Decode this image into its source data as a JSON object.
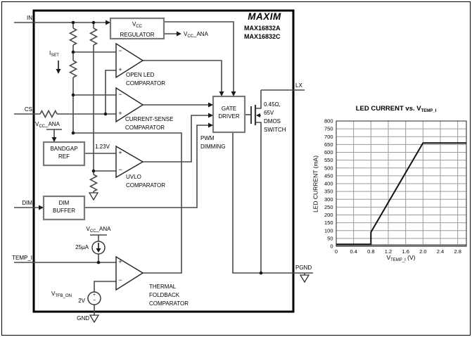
{
  "brand": {
    "logo": "MAXIM",
    "parts": [
      "MAX16832A",
      "MAX16832C"
    ]
  },
  "pins": {
    "in": "IN",
    "cs": "CS",
    "dim": "DIM",
    "temp_i": "TEMP_I",
    "lx": "LX",
    "pgnd": "PGND",
    "gnd": "GND"
  },
  "blocks": {
    "vcc_regulator": {
      "sym": "V",
      "sub": "CC",
      "line2": "REGULATOR"
    },
    "vcc_ana": {
      "sym": "V",
      "sub": "CC",
      "rest": "_ANA"
    },
    "iset": {
      "sym": "I",
      "sub": "SET"
    },
    "open_led": [
      "OPEN LED",
      "COMPARATOR"
    ],
    "current_sense": [
      "CURRENT-SENSE",
      "COMPARATOR"
    ],
    "bandgap": [
      "BANDGAP",
      "REF"
    ],
    "ref_voltage": "1.23V",
    "uvlo": [
      "UVLO",
      "COMPARATOR"
    ],
    "dim_buffer": [
      "DIM",
      "BUFFER"
    ],
    "pwm_dimming": [
      "PWM",
      "DIMMING"
    ],
    "gate_driver": [
      "GATE",
      "DRIVER"
    ],
    "dmos": [
      "0.45Ω,",
      "65V",
      "DMOS",
      "SWITCH"
    ],
    "bias_current": "25µA",
    "vtfb": {
      "sym": "V",
      "sub": "TFB_ON",
      "value": "2V"
    },
    "thermal": [
      "THERMAL",
      "FOLDBACK",
      "COMPARATOR"
    ],
    "plus": "+",
    "minus": "−"
  },
  "chart_data": {
    "type": "line",
    "title": {
      "text": "LED CURRENT vs. V",
      "sub": "TEMP_I"
    },
    "ylabel": "LED CURRENT (mA)",
    "xlabel": {
      "sym": "V",
      "sub": "TEMP_I",
      "rest": " (V)"
    },
    "xlim": [
      0,
      3
    ],
    "ylim": [
      0,
      800
    ],
    "x_ticks": [
      "0",
      "0.4",
      "0.8",
      "1.2",
      "1.6",
      "2.0",
      "2.4",
      "2.8"
    ],
    "y_ticks": [
      0,
      50,
      100,
      150,
      200,
      250,
      300,
      350,
      400,
      450,
      500,
      550,
      600,
      650,
      700,
      750,
      800
    ],
    "grid": true,
    "legend": false,
    "series": [
      {
        "name": "LED CURRENT",
        "points": [
          [
            0,
            12
          ],
          [
            0.8,
            12
          ],
          [
            0.8,
            90
          ],
          [
            2.0,
            660
          ],
          [
            3.0,
            660
          ]
        ]
      }
    ]
  }
}
